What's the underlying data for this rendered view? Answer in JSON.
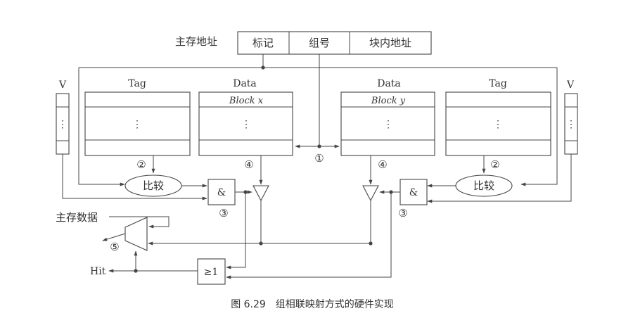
{
  "address": {
    "label": "主存地址",
    "fields": [
      "标记",
      "组号",
      "块内地址"
    ]
  },
  "left": {
    "valid_label": "V",
    "tag_label": "Tag",
    "data_label": "Data",
    "block_label": "Block x",
    "compare_label": "比较",
    "and_label": "&",
    "marks": {
      "compare": "②",
      "data": "④",
      "and": "③"
    }
  },
  "right": {
    "valid_label": "V",
    "tag_label": "Tag",
    "data_label": "Data",
    "block_label": "Block y",
    "compare_label": "比较",
    "and_label": "&",
    "marks": {
      "compare": "②",
      "data": "④",
      "and": "③"
    }
  },
  "ellipsis": "⋮",
  "index_mark": "①",
  "mux_mark": "⑤",
  "or_label": "≥1",
  "memory_data_label": "主存数据",
  "hit_label": "Hit",
  "caption": "图 6.29　组相联映射方式的硬件实现"
}
